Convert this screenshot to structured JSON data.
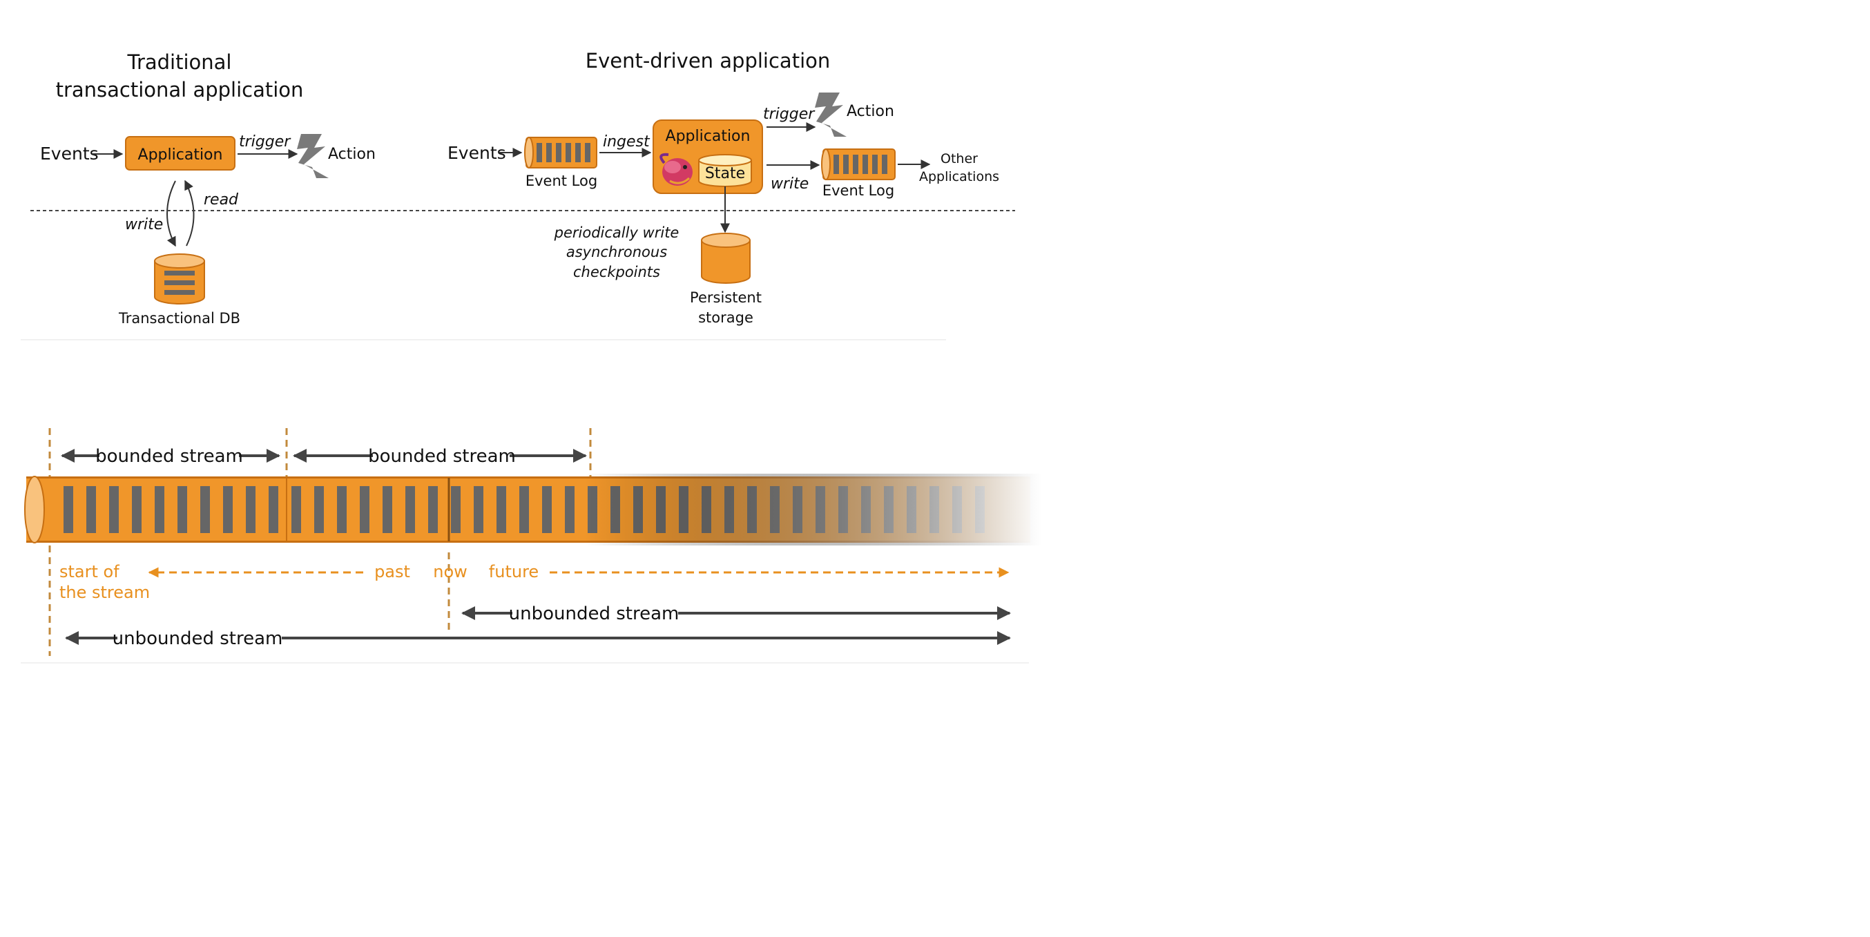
{
  "colors": {
    "orange": "#f0962a",
    "orange_dark": "#c76f12",
    "orange_light": "#f9c27d",
    "state_fill": "#fde29a",
    "slot": "#666666",
    "arrow": "#333333",
    "bolt": "#7a7a7a",
    "label_orange": "#e8901f"
  },
  "traditional": {
    "title_line1": "Traditional",
    "title_line2": "transactional application",
    "events": "Events",
    "application": "Application",
    "trigger": "trigger",
    "action": "Action",
    "read": "read",
    "write": "write",
    "db": "Transactional DB"
  },
  "event_driven": {
    "title": "Event-driven application",
    "events": "Events",
    "event_log_in": "Event Log",
    "ingest": "ingest",
    "application": "Application",
    "state": "State",
    "trigger": "trigger",
    "action": "Action",
    "write": "write",
    "event_log_out": "Event Log",
    "other_line1": "Other",
    "other_line2": "Applications",
    "checkpoint_line1": "periodically write",
    "checkpoint_line2": "asynchronous",
    "checkpoint_line3": "checkpoints",
    "storage_line1": "Persistent",
    "storage_line2": "storage"
  },
  "streams": {
    "bounded_1": "bounded stream",
    "bounded_2": "bounded stream",
    "start_line1": "start of",
    "start_line2": "the stream",
    "past": "past",
    "now": "now",
    "future": "future",
    "unbounded_now": "unbounded stream",
    "unbounded_full": "unbounded stream"
  }
}
